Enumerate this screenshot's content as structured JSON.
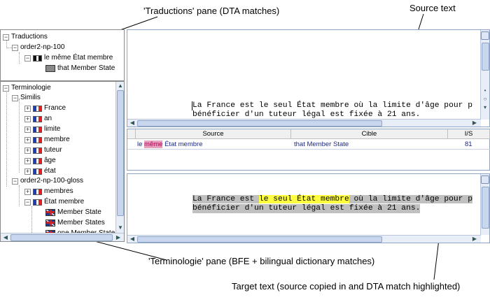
{
  "callouts": {
    "traductions": "'Traductions' pane (DTA matches)",
    "source": "Source text",
    "terminologie": "'Terminologie' pane (BFE + bilingual dictionary matches)",
    "target": "Target text (source copied in and DTA match highlighted)"
  },
  "traductions_tree": {
    "root": "Traductions",
    "child": "order2-np-100",
    "fr_match": "le même État membre",
    "en_match": "that Member State"
  },
  "terminologie_tree": {
    "root": "Terminologie",
    "group1": "Similis",
    "terms": [
      "France",
      "an",
      "limite",
      "membre",
      "tuteur",
      "âge",
      "état"
    ],
    "group2": "order2-np-100-gloss",
    "gloss_terms": [
      "membres",
      "État membre"
    ],
    "en_terms": [
      "Member State",
      "Member States",
      "one Member State"
    ]
  },
  "source_text": {
    "line1": "La France est le seul État membre où la limite d'âge pour p",
    "line2": "bénéficier d'un tuteur légal est fixée à 21 ans."
  },
  "match_grid": {
    "headers": [
      "Source",
      "Cible",
      "I/S"
    ],
    "row": {
      "source_pre": "le ",
      "source_hl": "même",
      "source_post": " État membre",
      "target": "that Member State",
      "score": "81"
    }
  },
  "target_text": {
    "line1_pre": "La France est ",
    "line1_hl": "le seul État membre",
    "line1_post": " où la limite d'âge pour p",
    "line2": "bénéficier d'un tuteur légal est fixée à 21 ans."
  }
}
